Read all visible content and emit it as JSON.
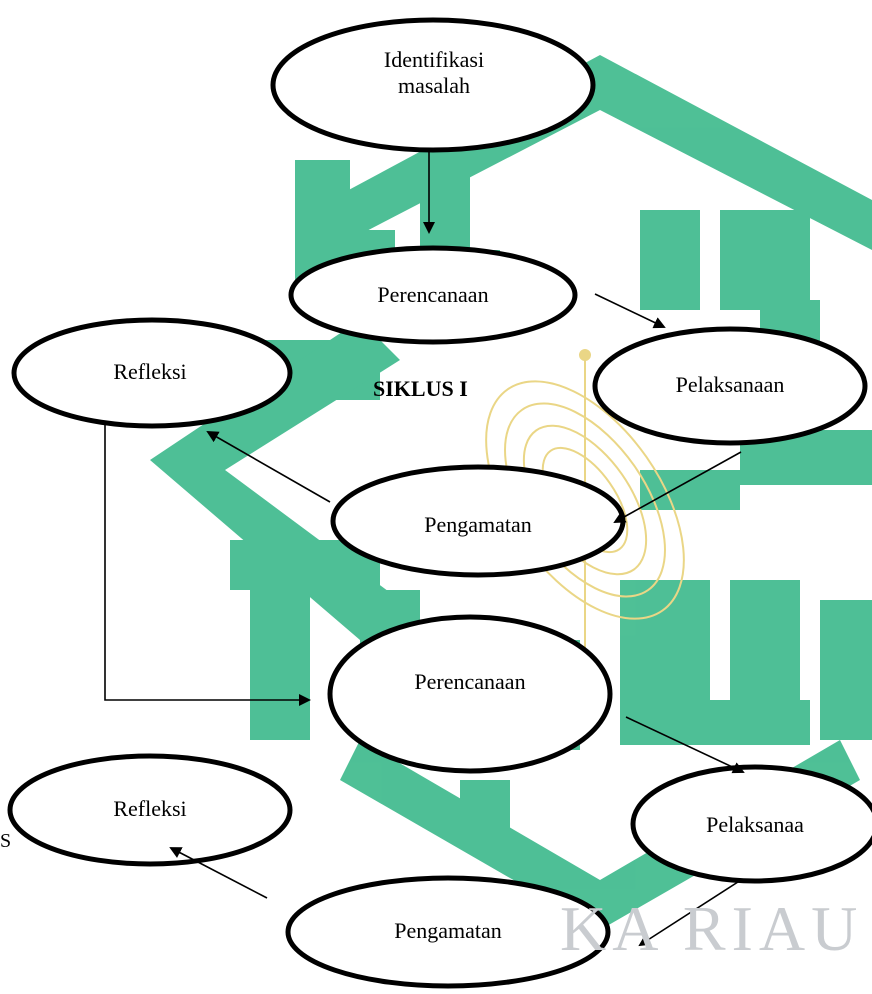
{
  "watermark": {
    "text_fragment": "KA RIAU",
    "color_green": "#31b585",
    "color_gold": "#e8d27a",
    "color_gray": "#c9ccd0"
  },
  "diagram": {
    "cycle_label": "SIKLUS I",
    "stray_char": "S",
    "nodes": {
      "identifikasi": "Identifikasi masalah",
      "perencanaan_1": "Perencanaan",
      "pelaksanaan_1": "Pelaksanaan",
      "pengamatan_1": "Pengamatan",
      "refleksi_1": "Refleksi",
      "perencanaan_2": "Perencanaan",
      "pelaksanaan_2": "Pelaksanaa",
      "pengamatan_2": "Pengamatan",
      "refleksi_2": "Refleksi"
    }
  },
  "colors": {
    "stroke": "#000000",
    "background": "#ffffff"
  }
}
